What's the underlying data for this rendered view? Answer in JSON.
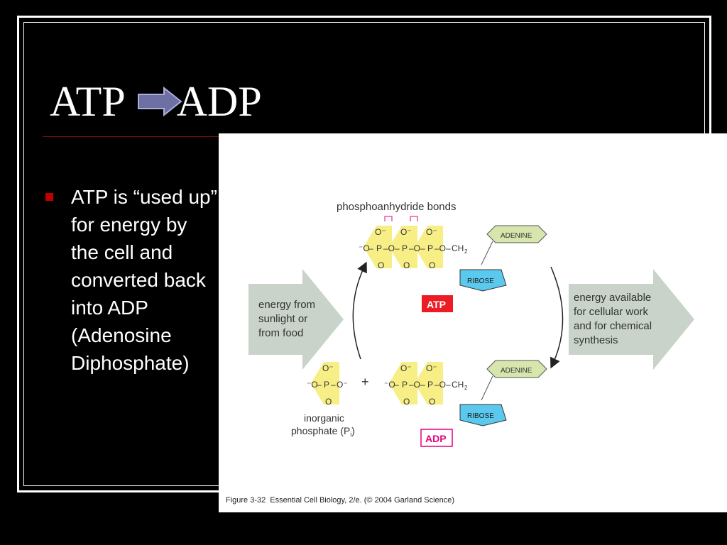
{
  "slide": {
    "title_left": "ATP",
    "title_right": "ADP",
    "bullet": "ATP is “used up” for energy by the cell and converted back into ADP (Adenosine Diphosphate)"
  },
  "figure": {
    "bonds_label": "phosphoanhydride bonds",
    "energy_in": [
      "energy from",
      "sunlight or",
      "from food"
    ],
    "energy_out": [
      "energy available",
      "for cellular work",
      "and for chemical",
      "synthesis"
    ],
    "atp_label": "ATP",
    "adp_label": "ADP",
    "adenine": "ADENINE",
    "ribose": "RIBOSE",
    "plus": "+",
    "inorganic_line1": "inorganic",
    "inorganic_line2": "phosphate (P",
    "inorganic_sub": "i",
    "inorganic_close": ")",
    "chem": {
      "o_minus": "O⁻",
      "o": "O",
      "p": "P",
      "minus_o": "⁻O",
      "ch2": "O–CH",
      "two": "2"
    },
    "caption_number": "Figure 3-32",
    "caption_text": "Essential Cell Biology, 2/e. (© 2004 Garland Science)",
    "colors": {
      "arrow_gray": "#c9d3c9",
      "phosphate_yellow": "#f7ee86",
      "adenine_green": "#d6e6ad",
      "ribose_blue": "#5bc8ee",
      "atp_red": "#ed1c24",
      "adp_magenta": "#e6007e",
      "bond_pink": "#e85aa5"
    }
  }
}
